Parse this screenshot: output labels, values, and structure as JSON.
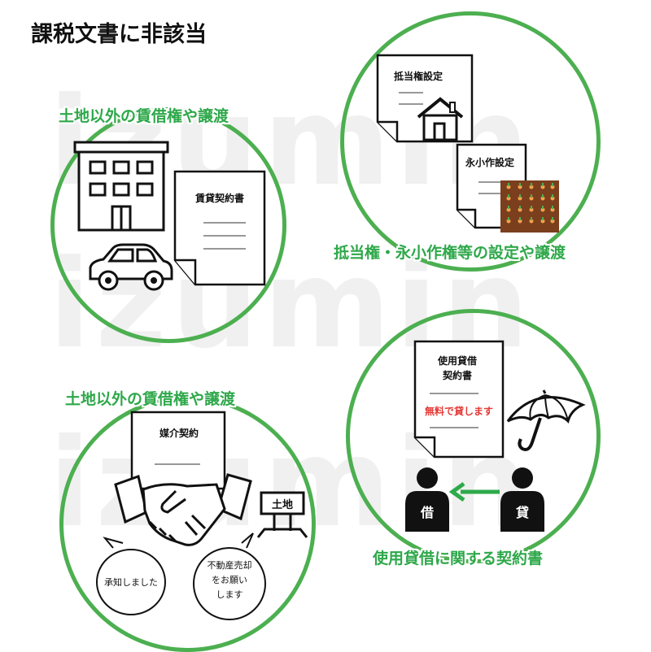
{
  "title": "課税文書に非該当",
  "watermark": {
    "text": "izumin"
  },
  "panels": {
    "top_left": {
      "label": "土地以外の賃借権や譲渡",
      "document_title": "賃貸契約書"
    },
    "top_right": {
      "label": "抵当権・永小作権等の設定や譲渡",
      "document_1_title": "抵当権設定",
      "document_2_title": "永小作設定"
    },
    "bottom_left": {
      "label": "土地以外の賃借権や譲渡",
      "document_title": "媒介契約",
      "sign_text": "土地",
      "bubble_left": "承知しました",
      "bubble_right_line1": "不動産売却",
      "bubble_right_line2": "をお願い",
      "bubble_right_line3": "します"
    },
    "bottom_right": {
      "label": "使用貸借に関する契約書",
      "document_title_line1": "使用貸借",
      "document_title_line2": "契約書",
      "free_text": "無料で貸します",
      "borrower_char": "借",
      "lender_char": "貸"
    }
  },
  "colors": {
    "circle_border": "#4caf50",
    "label_green": "#2ea84a",
    "arrow_green": "#2eaa4a",
    "free_text_red": "#e53935",
    "field_brown": "#7b3f1e"
  }
}
